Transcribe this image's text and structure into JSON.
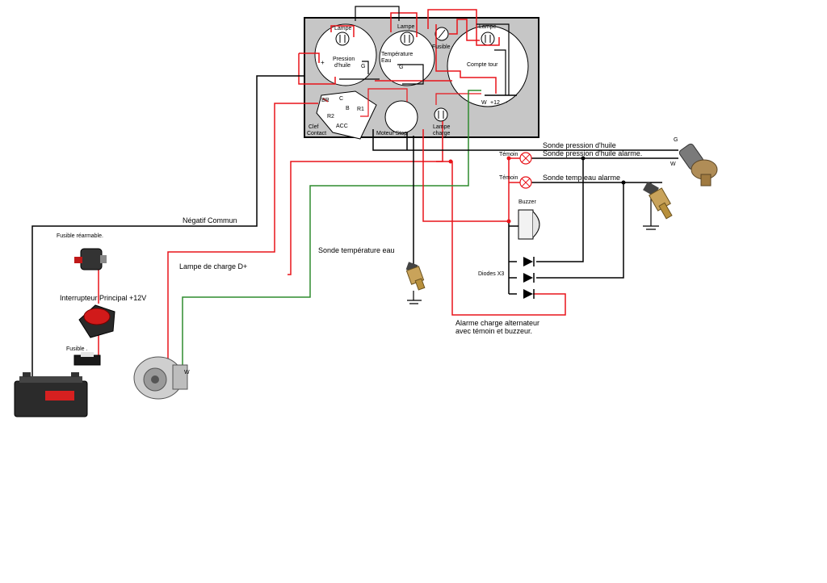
{
  "panel": {
    "lampe_oil": "Lampe",
    "lampe_temp": "Lampe",
    "lampe_rpm": "Lampe",
    "fusible": "Fusible",
    "pression_1": "Pression",
    "pression_2": "d'huile",
    "temperature_1": "Température",
    "temperature_2": "Eau",
    "compte_tour": "Compte tour",
    "plus": "+",
    "g_oil": "G",
    "g_temp": "G",
    "w_rpm": "W",
    "plus12": "+12",
    "minus": "-",
    "br": "BR",
    "c": "C",
    "b": "B",
    "r1": "R1",
    "r2": "R2",
    "acc": "ACC",
    "clef_1": "Clef",
    "clef_2": "Contact",
    "moteur_stop": "Moteur Stop",
    "lampe_charge_1": "Lampe",
    "lampe_charge_2": "charge"
  },
  "labels": {
    "negatif_commun": "Négatif  Commun",
    "fusible_rearmable": "Fusible réarmable.",
    "interrupteur": "Interrupteur Principal +12V",
    "fusible": "Fusible .",
    "lampe_charge_dplus": "Lampe de charge D+",
    "alt_w": "W",
    "sonde_temp_eau": "Sonde température eau",
    "alarme_1": "Alarme charge alternateur",
    "alarme_2": "avec témoin et buzzeur.",
    "diodes": "Diodes X3",
    "buzzer": "Buzzer",
    "temoin_1": "Témoin",
    "temoin_2": "Témoin",
    "sonde_pression": "Sonde pression d'huile",
    "sonde_pression_alarme": "Sonde pression d'huile alarme.",
    "sonde_temp_alarme": "Sonde temp eau alarme",
    "sender_g": "G",
    "sender_w": "W"
  },
  "colors": {
    "panel_bg": "#c6c6c6",
    "wire_red": "#e8141a",
    "wire_black": "#000000",
    "wire_green": "#2e8b2e"
  }
}
